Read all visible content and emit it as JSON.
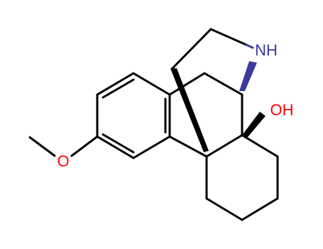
{
  "structure": {
    "atoms": {
      "nh": {
        "label": "NH",
        "color": "#3b3b9a"
      },
      "oh": {
        "label": "OH",
        "color": "#ff0000"
      },
      "o": {
        "label": "O",
        "color": "#ff0000"
      }
    },
    "colors": {
      "bond": "#000000",
      "nitrogen": "#3b3b9a",
      "oxygen": "#ff0000",
      "background": "#ffffff"
    }
  }
}
